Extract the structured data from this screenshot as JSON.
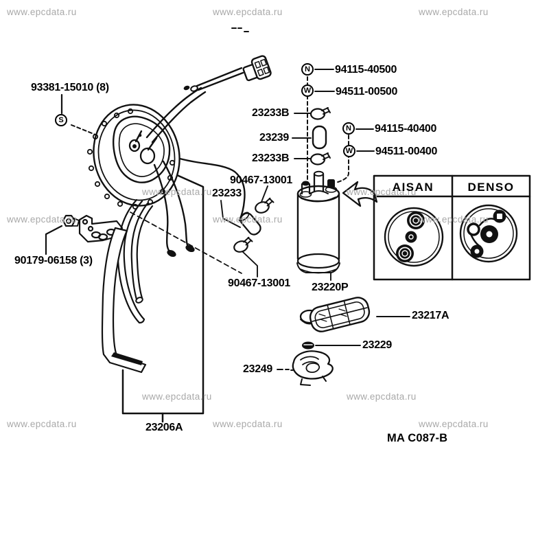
{
  "watermark": {
    "text": "www.epcdata.ru"
  },
  "drawing_code": "MA C087-B",
  "comparison_table": {
    "left_header": "AISAN",
    "right_header": "DENSO"
  },
  "fastener_symbols": {
    "screw": "S",
    "nut": "N",
    "washer": "W"
  },
  "part_labels": [
    {
      "text": "93381-15010 (8)"
    },
    {
      "text": "94115-40500"
    },
    {
      "text": "94511-00500"
    },
    {
      "text": "23233B"
    },
    {
      "text": "23239"
    },
    {
      "text": "23233B"
    },
    {
      "text": "94115-40400"
    },
    {
      "text": "94511-00400"
    },
    {
      "text": "90467-13001"
    },
    {
      "text": "23233"
    },
    {
      "text": "90467-13001"
    },
    {
      "text": "90179-06158 (3)"
    },
    {
      "text": "23220P"
    },
    {
      "text": "23217A"
    },
    {
      "text": "23229"
    },
    {
      "text": "23249"
    },
    {
      "text": "23206A"
    }
  ]
}
